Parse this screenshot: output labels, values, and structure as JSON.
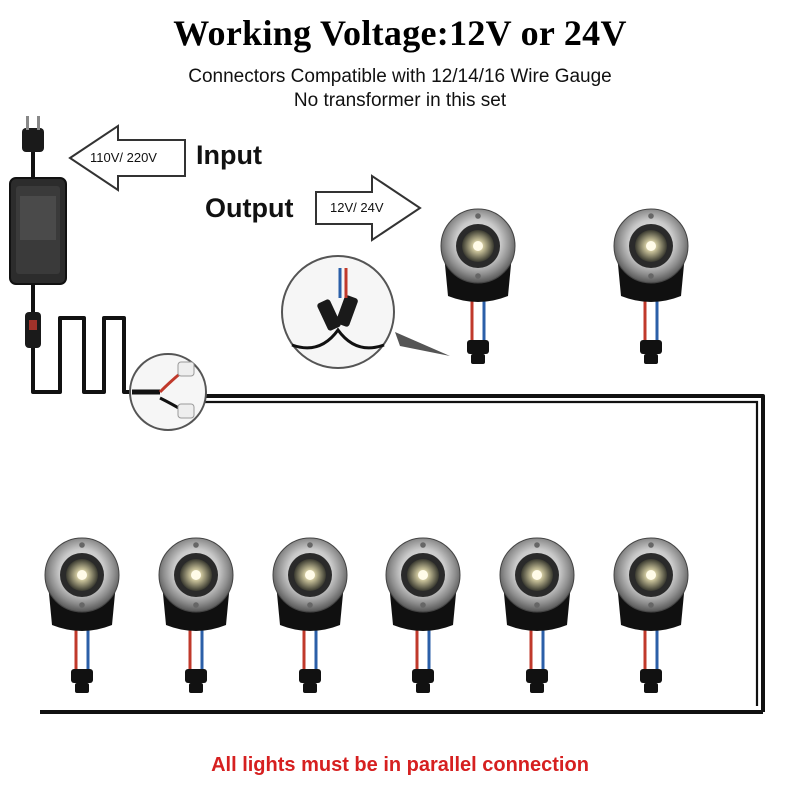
{
  "title": "Working Voltage:12V or 24V",
  "subtitle_1": "Connectors Compatible with 12/14/16 Wire Gauge",
  "subtitle_2": "No transformer in this set",
  "input": {
    "label": "Input",
    "arrow_text": "110V/ 220V"
  },
  "output": {
    "label": "Output",
    "arrow_text": "12V/ 24V"
  },
  "footer": "All lights must be in parallel connection",
  "colors": {
    "footer": "#d62020",
    "wire": "#111111",
    "red_wire": "#c0392b",
    "blue_wire": "#2b5fa8"
  }
}
